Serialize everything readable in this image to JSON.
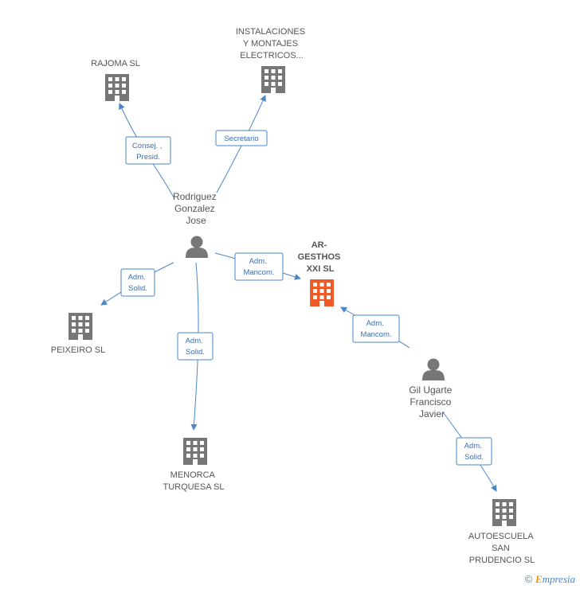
{
  "colors": {
    "edge": "#4a86c8",
    "building": "#777777",
    "focus_building": "#f05a28",
    "person": "#777777"
  },
  "companies": {
    "rajoma": {
      "lines": [
        "RAJOMA SL"
      ]
    },
    "instalaciones": {
      "lines": [
        "INSTALACIONES",
        "Y MONTAJES",
        "ELECTRICOS..."
      ]
    },
    "argesthos": {
      "lines": [
        "AR-",
        "GESTHOS",
        "XXI SL"
      ]
    },
    "peixeiro": {
      "lines": [
        "PEIXEIRO SL"
      ]
    },
    "menorca": {
      "lines": [
        "MENORCA",
        "TURQUESA  SL"
      ]
    },
    "autoescuela": {
      "lines": [
        "AUTOESCUELA",
        "SAN",
        "PRUDENCIO SL"
      ]
    }
  },
  "people": {
    "rodriguez": {
      "lines": [
        "Rodriguez",
        "Gonzalez",
        "Jose"
      ]
    },
    "gil": {
      "lines": [
        "Gil Ugarte",
        "Francisco",
        "Javier"
      ]
    }
  },
  "edges": {
    "e1": {
      "lines": [
        "Consej. ,",
        "Presid."
      ]
    },
    "e2": {
      "lines": [
        "Secretario"
      ]
    },
    "e3": {
      "lines": [
        "Adm.",
        "Mancom."
      ]
    },
    "e4": {
      "lines": [
        "Adm.",
        "Solid."
      ]
    },
    "e5": {
      "lines": [
        "Adm.",
        "Solid."
      ]
    },
    "e6": {
      "lines": [
        "Adm.",
        "Mancom."
      ]
    },
    "e7": {
      "lines": [
        "Adm.",
        "Solid."
      ]
    }
  },
  "footer": {
    "copyright": "©",
    "brand_initial": "E",
    "brand_rest": "mpresia"
  }
}
